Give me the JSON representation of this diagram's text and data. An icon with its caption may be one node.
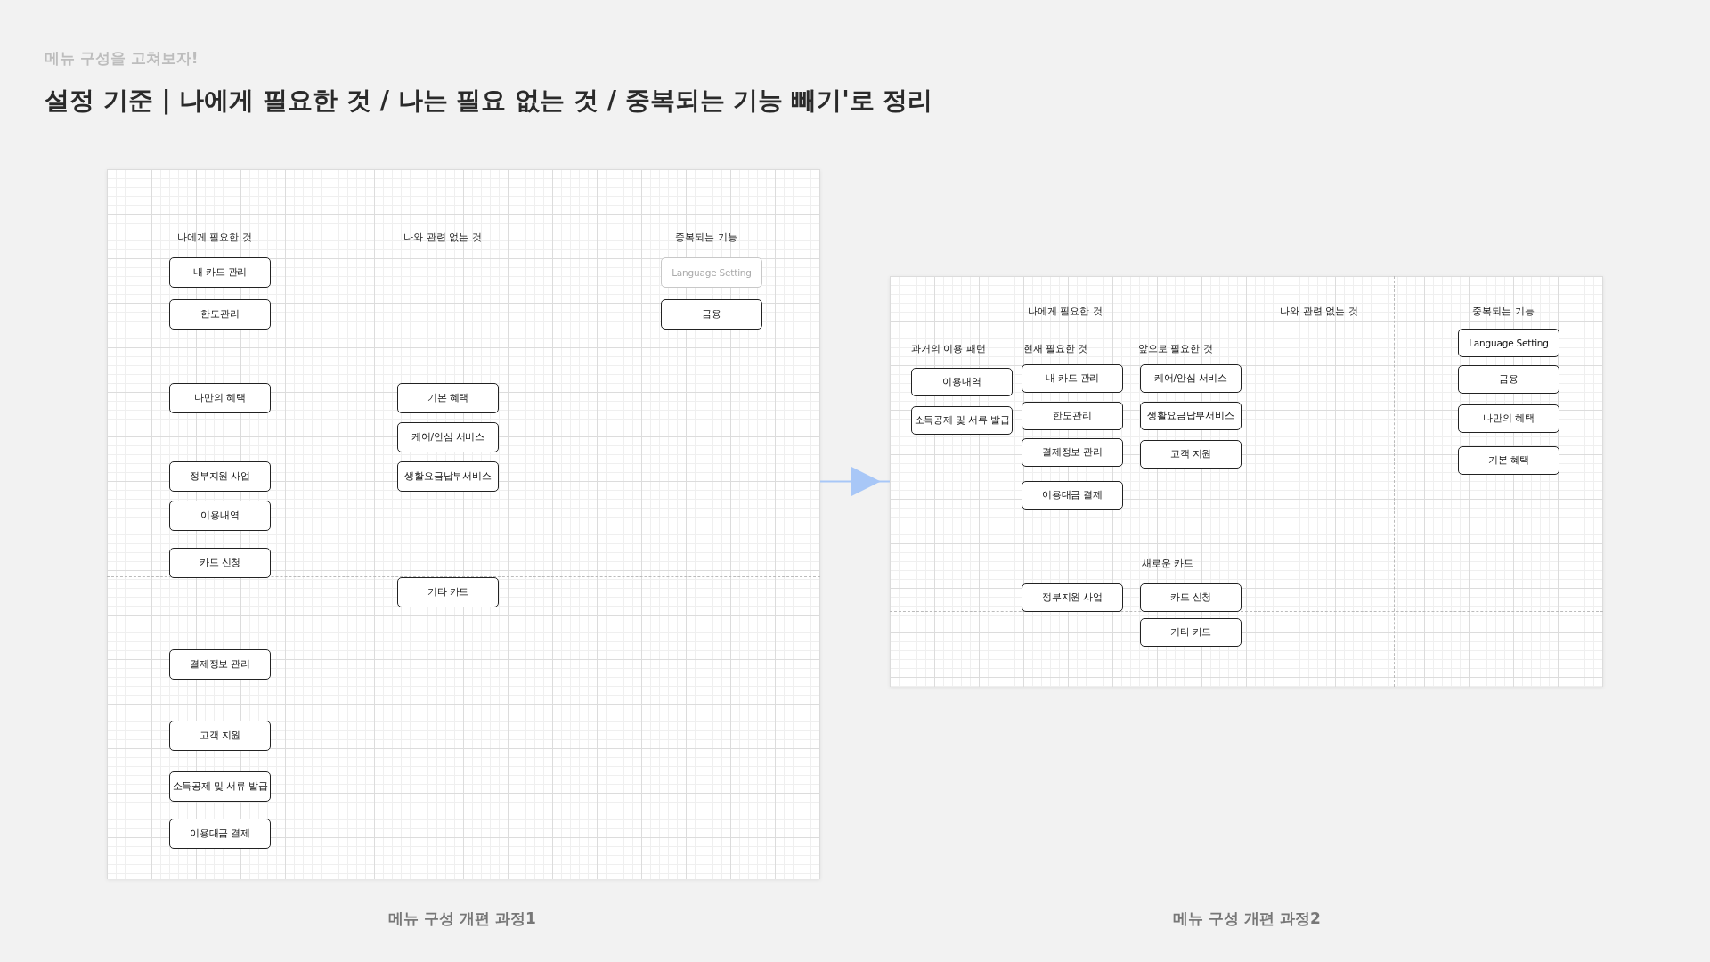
{
  "diagram": {
    "title": "설정 기준 | 나에게 필요한 것 / 나는 필요 없는 것 / 중복되는 기능 빼기'로 정리",
    "nodes": [
      {
        "text": [],
        "shape": "box"
      },
      {
        "text": [
          "내 카드 관리"
        ],
        "in": 0
      },
      {
        "text": [
          "한도관리"
        ],
        "in": 0
      },
      {
        "text": [
          "Language Setting"
        ],
        "in": 0
      },
      {
        "text": [
          "금융"
        ],
        "in": 0
      },
      {
        "text": [
          "나만의 혜택"
        ],
        "in": 0
      },
      {
        "text": [
          "기본 혜택"
        ],
        "in": 0
      },
      {
        "text": [
          "케어/안심 서비스"
        ],
        "in": 0
      },
      {
        "text": [
          "정부지원 사업"
        ],
        "in": 0
      },
      {
        "text": [
          "생활요금납부서비스"
        ],
        "in": 0
      },
      {
        "text": [
          "이용내역"
        ],
        "in": 0
      },
      {
        "text": [
          "카드 신청"
        ],
        "in": 0
      },
      {
        "text": [
          "기타 카드"
        ],
        "in": 0
      },
      {
        "text": [
          "결제정보 관리"
        ],
        "in": 0
      },
      {
        "text": [
          "고객 지원"
        ],
        "in": 0
      },
      {
        "text": [
          "소득공제 및 서류 발급"
        ],
        "in": 0
      },
      {
        "text": [
          "이용대금 결제"
        ],
        "in": 0
      },
      {
        "text": [],
        "shape": "box"
      },
      {
        "text": [
          "Language Setting"
        ],
        "in": 17
      },
      {
        "text": [
          "이용내역"
        ],
        "in": 17
      },
      {
        "text": [
          "내 카드 관리"
        ],
        "in": 17
      },
      {
        "text": [
          "케어/안심 서비스"
        ],
        "in": 17
      },
      {
        "text": [
          "금융"
        ],
        "in": 17
      },
      {
        "text": [
          "한도관리"
        ],
        "in": 17
      },
      {
        "text": [
          "생활요금납부서비스"
        ],
        "in": 17
      },
      {
        "text": [
          "나만의 혜택"
        ],
        "in": 17
      },
      {
        "text": [
          "소득공제 및 서류 발급"
        ],
        "in": 17
      },
      {
        "text": [
          "결제정보 관리"
        ],
        "in": 17
      },
      {
        "text": [
          "고객 지원"
        ],
        "in": 17
      },
      {
        "text": [
          "기본 혜택"
        ],
        "in": 17
      },
      {
        "text": [
          "이용대금 결제"
        ],
        "in": 17
      },
      {
        "text": [
          "정부지원 사업"
        ],
        "in": 17
      },
      {
        "text": [
          "카드 신청"
        ],
        "in": 17
      },
      {
        "text": [
          "기타 카드"
        ],
        "in": 17
      }
    ],
    "edges": [
      {
        "from": 0,
        "to": 17,
        "arrow": "to",
        "color": "#a8c7f7"
      }
    ],
    "labels": [
      "메뉴 구성을 고쳐보자!",
      "나에게 필요한 것",
      "나와 관련 없는 것",
      "중복되는 기능",
      "나에게 필요한 것",
      "나와 관련 없는 것",
      "중복되는 기능",
      "과거의 이용 패턴",
      "현재 필요한 것",
      "앞으로 필요한 것",
      "새로운 카드",
      "메뉴 구성 개편 과정1",
      "메뉴 구성 개편 과정2"
    ]
  }
}
